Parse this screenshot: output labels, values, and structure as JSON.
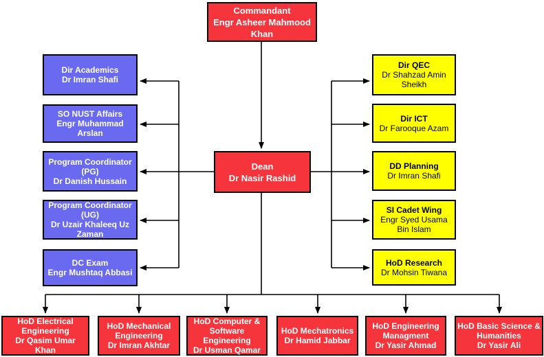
{
  "diagram": {
    "commandant": {
      "title": "Commandant",
      "name": "Engr Asheer Mahmood Khan"
    },
    "dean": {
      "title": "Dean",
      "name": "Dr Nasir Rashid"
    },
    "left_column": [
      {
        "title": "Dir Academics",
        "name": "Dr Imran Shafi"
      },
      {
        "title": "SO NUST Affairs",
        "name": "Engr Muhammad Arslan"
      },
      {
        "title": "Program Coordinator (PG)",
        "name": "Dr Danish Hussain"
      },
      {
        "title": "Program Coordinator (UG)",
        "name": "Dr Uzair Khaleeq Uz Zaman"
      },
      {
        "title": "DC Exam",
        "name": "Engr Mushtaq Abbasi"
      }
    ],
    "right_column": [
      {
        "title": "Dir QEC",
        "name": "Dr Shahzad Amin Sheikh"
      },
      {
        "title": "Dir ICT",
        "name": "Dr Farooque Azam"
      },
      {
        "title": "DD Planning",
        "name": "Dr Imran Shafi"
      },
      {
        "title": "SI Cadet Wing",
        "name": "Engr Syed Usama Bin Islam"
      },
      {
        "title": "HoD Research",
        "name": "Dr Mohsin Tiwana"
      }
    ],
    "bottom_row": [
      {
        "title": "HoD Electrical Engineering",
        "name": "Dr Qasim Umar Khan"
      },
      {
        "title": "HoD Mechanical Engineering",
        "name": "Dr Imran Akhtar"
      },
      {
        "title": "HoD Computer & Software Engineering",
        "name": "Dr Usman Qamar"
      },
      {
        "title": "HoD Mechatronics",
        "name": "Dr Hamid Jabbar"
      },
      {
        "title": "HoD Engineering Managment",
        "name": "Dr Yasir Ahmad"
      },
      {
        "title": "HoD Basic Science & Humanities",
        "name": "Dr Yasir Ali"
      }
    ],
    "colors": {
      "executive_box": "#f5343b",
      "left_branch_box": "#6a6af0",
      "right_branch_box": "#ffff00",
      "border_and_lines": "#000000",
      "text_on_red_blue": "#ffffff",
      "text_on_yellow": "#000000"
    }
  }
}
